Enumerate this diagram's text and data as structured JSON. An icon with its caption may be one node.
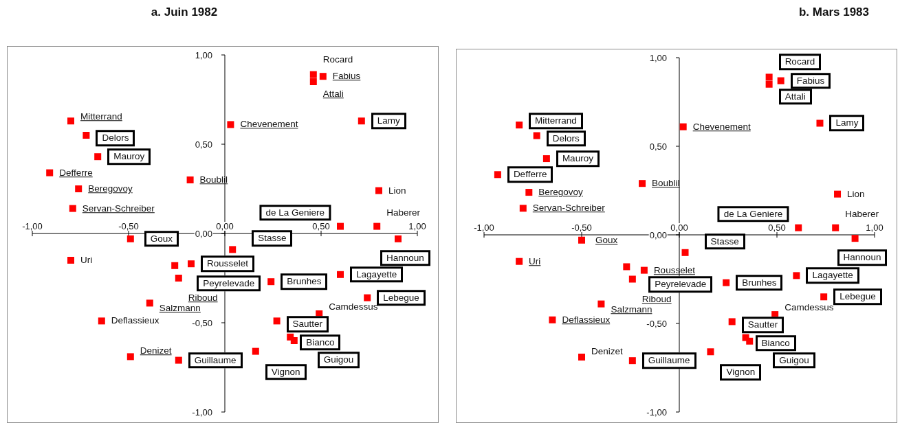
{
  "diagram": {
    "chart_data": [
      {
        "type": "scatter",
        "title": "a. Juin 1982",
        "xlim": [
          -1,
          1
        ],
        "ylim": [
          -1,
          1
        ],
        "xticks": [
          {
            "value": -1,
            "label": "-1,00"
          },
          {
            "value": -0.5,
            "label": "-0,50"
          },
          {
            "value": 0,
            "label": "0,00"
          },
          {
            "value": 0.5,
            "label": "0,50"
          },
          {
            "value": 1,
            "label": "1,00"
          }
        ],
        "yticks": [
          {
            "value": 1,
            "label": "1,00"
          },
          {
            "value": 0.5,
            "label": "0,50"
          },
          {
            "value": 0,
            "label": "0,00"
          },
          {
            "value": -0.5,
            "label": "-0,50"
          },
          {
            "value": -1,
            "label": "-1,00"
          }
        ],
        "x": [
          -0.8,
          -0.72,
          -0.66,
          -0.91,
          -0.76,
          -0.79,
          -0.18,
          0.03,
          0.46,
          0.51,
          0.46,
          0.71,
          0.8,
          0.79,
          0.6,
          0.9,
          -0.49,
          -0.8,
          0.04,
          -0.175,
          -0.26,
          -0.24,
          0.24,
          0.6,
          0.74,
          -0.39,
          -0.64,
          0.49,
          0.27,
          0.34,
          0.36,
          0.16,
          -0.49,
          -0.24
        ],
        "value_labels": [
          "Mitterrand",
          "Delors",
          "Mauroy",
          "Defferre",
          "Beregovoy",
          "Servan-Schreiber",
          "Boublil",
          "Chevenement",
          "Rocard",
          "Fabius",
          "Attali",
          "Lamy",
          "Lion",
          "Haberer",
          "de La Geniere",
          "Hannoun",
          "Goux",
          "Uri",
          "Stasse",
          "Rousselet",
          "Peyrelevade",
          "Riboud",
          "Brunhes",
          "Lagayette",
          "Lebegue",
          "Salzmann",
          "Deflassieux",
          "Camdessus",
          "Sautter",
          "Bianco",
          "Guigou",
          "Vignon",
          "Denizet",
          "Guillaume"
        ],
        "series": [
          {
            "color": "#ff0000",
            "values": [
              null,
              0.55,
              0.43,
              null,
              null,
              null,
              null,
              null,
              null,
              null,
              null,
              0.63,
              null,
              null,
              0.04,
              -0.03,
              -0.03,
              null,
              -0.09,
              -0.17,
              -0.18,
              null,
              -0.27,
              -0.23,
              -0.36,
              null,
              null,
              null,
              -0.49,
              -0.58,
              -0.6,
              -0.66,
              null,
              -0.71
            ]
          },
          {
            "color": "#ff0000",
            "values": [
              0.63,
              null,
              null,
              0.34,
              0.25,
              0.14,
              0.3,
              0.61,
              null,
              0.88,
              0.85,
              null,
              null,
              null,
              null,
              null,
              null,
              null,
              null,
              null,
              null,
              -0.25,
              null,
              null,
              null,
              -0.39,
              null,
              null,
              null,
              null,
              null,
              null,
              -0.69,
              null
            ]
          },
          {
            "color": "#ff0000",
            "values": [
              null,
              null,
              null,
              null,
              null,
              null,
              null,
              null,
              0.89,
              null,
              null,
              null,
              0.24,
              0.04,
              null,
              null,
              null,
              -0.15,
              null,
              null,
              null,
              null,
              null,
              null,
              null,
              null,
              -0.49,
              -0.45,
              null,
              null,
              null,
              null,
              null,
              null
            ]
          }
        ]
      },
      {
        "type": "scatter",
        "title": "b. Mars 1983",
        "xlim": [
          -1,
          1
        ],
        "ylim": [
          -1,
          1
        ],
        "xticks": [
          {
            "value": -1,
            "label": "-1,00"
          },
          {
            "value": -0.5,
            "label": "-0,50"
          },
          {
            "value": 0,
            "label": "0,00"
          },
          {
            "value": 0.5,
            "label": "0,50"
          },
          {
            "value": 1,
            "label": "1,00"
          }
        ],
        "yticks": [
          {
            "value": 1,
            "label": "1,00"
          },
          {
            "value": 0.5,
            "label": "0,50"
          },
          {
            "value": 0,
            "label": "0,00"
          },
          {
            "value": -0.5,
            "label": "-0,50"
          },
          {
            "value": -1,
            "label": "-1,00"
          }
        ],
        "x": [
          -0.82,
          -0.73,
          -0.68,
          -0.93,
          -0.77,
          -0.8,
          -0.19,
          0.02,
          0.46,
          0.52,
          0.46,
          0.72,
          0.81,
          0.8,
          0.61,
          0.9,
          -0.5,
          -0.82,
          0.03,
          -0.18,
          -0.27,
          -0.24,
          0.24,
          0.6,
          0.74,
          -0.4,
          -0.65,
          0.49,
          0.27,
          0.34,
          0.36,
          0.16,
          -0.5,
          -0.24
        ],
        "value_labels": [
          "Mitterrand",
          "Delors",
          "Mauroy",
          "Defferre",
          "Beregovoy",
          "Servan-Schreiber",
          "Boublil",
          "Chevenement",
          "Rocard",
          "Fabius",
          "Attali",
          "Lamy",
          "Lion",
          "Haberer",
          "de La Geniere",
          "Hannoun",
          "Goux",
          "Uri",
          "Stasse",
          "Rousselet",
          "Peyrelevade",
          "Riboud",
          "Brunhes",
          "Lagayette",
          "Lebegue",
          "Salzmann",
          "Deflassieux",
          "Camdessus",
          "Sautter",
          "Bianco",
          "Guigou",
          "Vignon",
          "Denizet",
          "Guillaume"
        ],
        "series": [
          {
            "color": "#ff0000",
            "values": [
              0.62,
              0.56,
              0.43,
              0.34,
              null,
              null,
              null,
              null,
              0.89,
              0.87,
              0.85,
              0.63,
              null,
              null,
              0.04,
              -0.02,
              null,
              null,
              -0.1,
              null,
              -0.18,
              null,
              -0.27,
              -0.23,
              -0.35,
              null,
              null,
              null,
              -0.49,
              -0.58,
              -0.6,
              -0.66,
              null,
              -0.71
            ]
          },
          {
            "color": "#ff0000",
            "values": [
              null,
              null,
              null,
              null,
              0.24,
              0.15,
              0.29,
              0.61,
              null,
              null,
              null,
              null,
              null,
              null,
              null,
              null,
              -0.03,
              -0.15,
              null,
              -0.2,
              null,
              -0.25,
              null,
              null,
              null,
              -0.39,
              -0.48,
              null,
              null,
              null,
              null,
              null,
              null,
              null
            ]
          },
          {
            "color": "#ff0000",
            "values": [
              null,
              null,
              null,
              null,
              null,
              null,
              null,
              null,
              null,
              null,
              null,
              null,
              0.23,
              0.04,
              null,
              null,
              null,
              null,
              null,
              null,
              null,
              null,
              null,
              null,
              null,
              null,
              null,
              -0.45,
              null,
              null,
              null,
              null,
              -0.69,
              null
            ]
          }
        ]
      }
    ]
  }
}
